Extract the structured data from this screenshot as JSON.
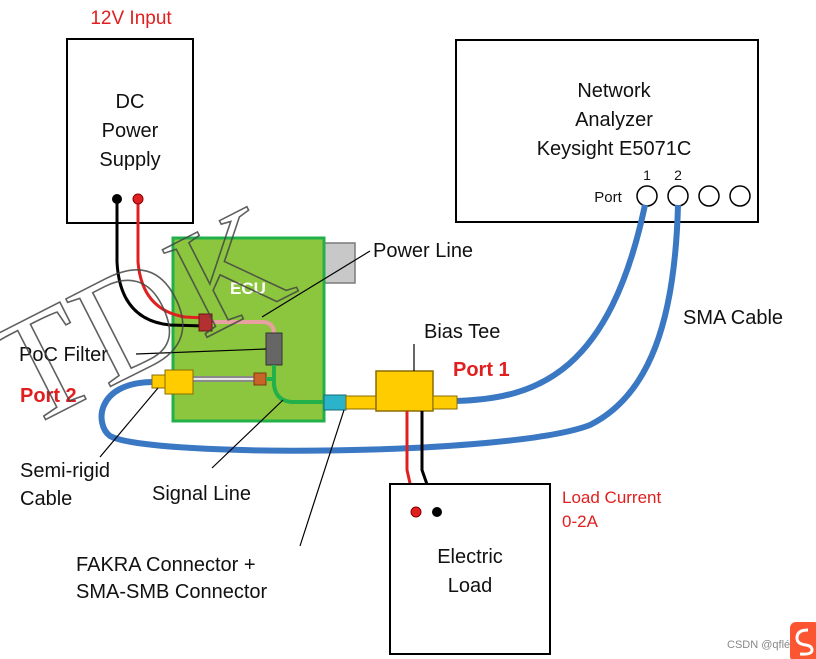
{
  "power_supply": {
    "input_label": "12V Input",
    "lines": [
      "DC",
      "Power",
      "Supply"
    ]
  },
  "network_analyzer": {
    "lines": [
      "Network",
      "Analyzer",
      "Keysight E5071C"
    ],
    "port_label": "Port",
    "port_numbers": [
      "1",
      "2"
    ]
  },
  "ecu": {
    "label": "ECU"
  },
  "labels": {
    "power_line": "Power Line",
    "poc_filter": "PoC Filter",
    "bias_tee": "Bias Tee",
    "port1": "Port 1",
    "port2": "Port 2",
    "sma_cable": "SMA Cable",
    "semi_rigid": [
      "Semi-rigid",
      "Cable"
    ],
    "signal_line": "Signal Line",
    "fakra": [
      "FAKRA Connector +",
      "SMA-SMB Connector"
    ]
  },
  "electric_load": {
    "lines": [
      "Electric",
      "Load"
    ],
    "current_label": [
      "Load Current",
      "0-2A"
    ]
  },
  "watermark": "TDK",
  "footer": {
    "credit": "CSDN @qfléok"
  },
  "colors": {
    "ecu_green": "#8cc63f",
    "ecu_border": "#22b04a",
    "sma_blue": "#3b78c4",
    "label_red": "#e02020",
    "connector_yellow": "#ffcc00",
    "fakra_cyan": "#2bb3c9"
  }
}
